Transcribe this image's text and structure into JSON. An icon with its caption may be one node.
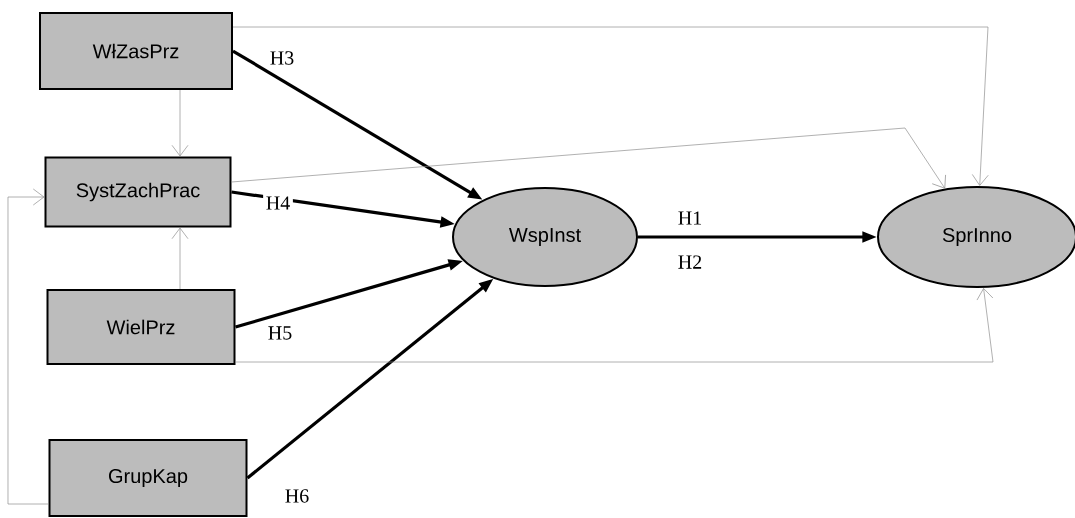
{
  "diagram": {
    "nodes": [
      {
        "text": [
          "WłZasPrz"
        ]
      },
      {
        "text": [
          "SystZachPrac"
        ]
      },
      {
        "text": [
          "WielPrz"
        ]
      },
      {
        "text": [
          "GrupKap"
        ]
      },
      {
        "text": [
          "WspInst"
        ]
      },
      {
        "text": [
          "SprInno"
        ]
      }
    ],
    "edges": [
      {
        "from": 0,
        "to": 4,
        "arrow": "to",
        "label": "H3",
        "style": "thick",
        "color": "#000000"
      },
      {
        "from": 1,
        "to": 4,
        "arrow": "to",
        "label": "H4",
        "style": "thick",
        "color": "#000000"
      },
      {
        "from": 2,
        "to": 4,
        "arrow": "to",
        "label": "H5",
        "style": "thick",
        "color": "#000000"
      },
      {
        "from": 3,
        "to": 4,
        "arrow": "to",
        "label": "H6",
        "style": "thick",
        "color": "#000000"
      },
      {
        "from": 4,
        "to": 5,
        "arrow": "to",
        "label": "H1",
        "style": "thick",
        "color": "#000000"
      },
      {
        "from": 0,
        "to": 1,
        "arrow": "to"
      },
      {
        "from": 2,
        "to": 1,
        "arrow": "to"
      },
      {
        "from": 3,
        "to": 1,
        "arrow": "to"
      },
      {
        "from": 0,
        "to": 5,
        "arrow": "to"
      },
      {
        "from": 1,
        "to": 5,
        "arrow": "to"
      },
      {
        "from": 2,
        "to": 5,
        "arrow": "to"
      }
    ],
    "labels": [
      "H2"
    ]
  }
}
